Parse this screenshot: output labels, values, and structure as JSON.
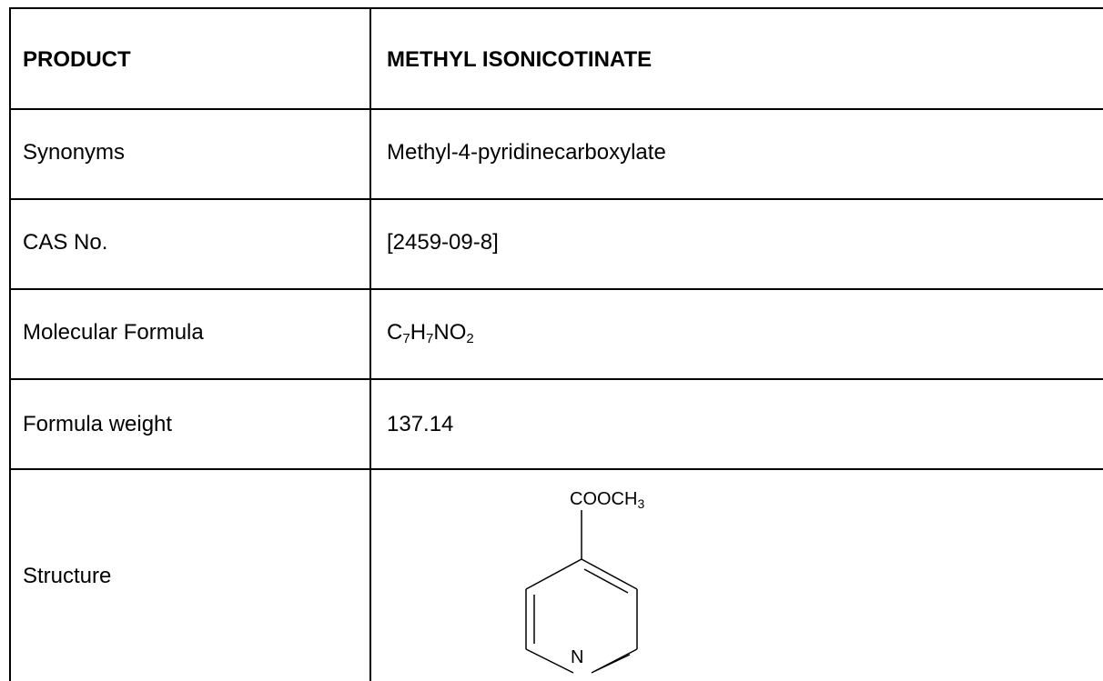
{
  "table": {
    "header": {
      "label": "PRODUCT",
      "value": "METHYL ISONICOTINATE"
    },
    "rows": [
      {
        "label": "Synonyms",
        "value": "Methyl-4-pyridinecarboxylate"
      },
      {
        "label": "CAS No.",
        "value": "[2459-09-8]"
      },
      {
        "label": "Molecular Formula",
        "formula": {
          "c": "C",
          "c_sub": "7",
          "h": "H",
          "h_sub": "7",
          "rest": "NO",
          "rest_sub": "2"
        }
      },
      {
        "label": "Formula weight",
        "value": "137.14"
      },
      {
        "label": "Structure"
      }
    ]
  },
  "structure": {
    "substituent": {
      "text": "COOCH",
      "sub": "3"
    },
    "ring_atom": "N",
    "line_color": "#000000"
  }
}
